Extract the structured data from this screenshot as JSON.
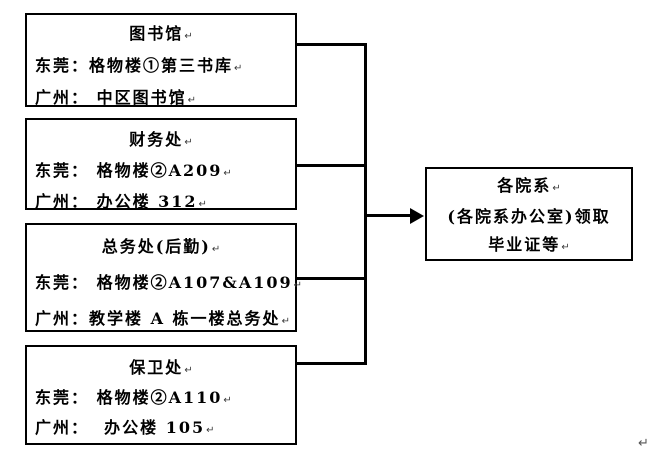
{
  "glyphs": {
    "return_mark": "↵"
  },
  "colors": {
    "line": "#000000",
    "text": "#000000",
    "background": "#ffffff",
    "return_mark": "#3a3a3a"
  },
  "boxes": [
    {
      "id": "library",
      "title": "图书馆",
      "lines": [
        "东莞：格物楼①第三书库",
        "广州： 中区图书馆"
      ]
    },
    {
      "id": "finance",
      "title": "财务处",
      "lines": [
        "东莞： 格物楼②A209",
        "广州： 办公楼 312"
      ]
    },
    {
      "id": "general-affairs",
      "title": "总务处(后勤)",
      "lines": [
        "东莞： 格物楼②A107&A109",
        "广州：教学楼 A 栋一楼总务处"
      ]
    },
    {
      "id": "security",
      "title": "保卫处",
      "lines": [
        "东莞： 格物楼②A110",
        "广州：  办公楼 105"
      ]
    }
  ],
  "destination": {
    "lines": [
      "各院系",
      "(各院系办公室)领取",
      "毕业证等"
    ]
  }
}
